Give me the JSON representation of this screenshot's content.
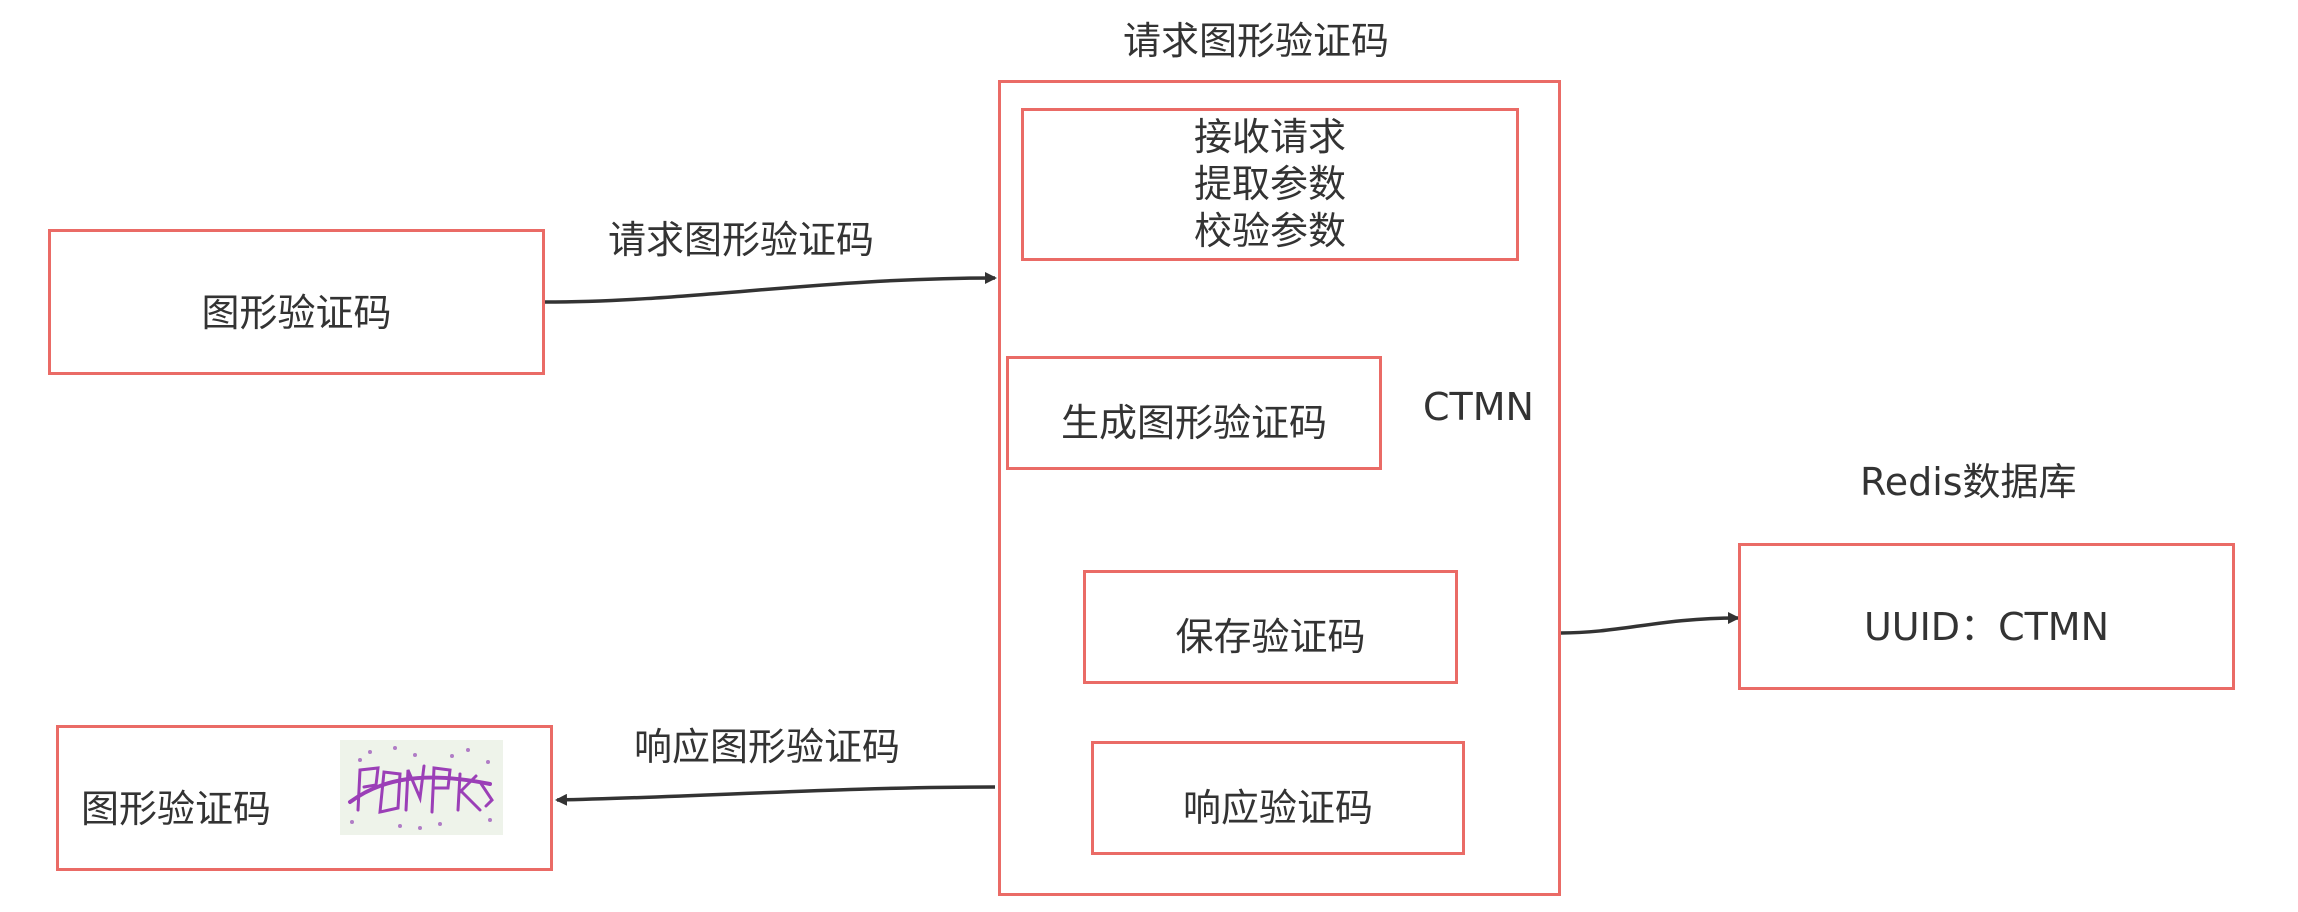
{
  "diagram": {
    "title": "请求图形验证码",
    "server_box": {
      "step1_lines": [
        "接收请求",
        "提取参数",
        "校验参数"
      ],
      "step2": "生成图形验证码",
      "code_label": "CTMN",
      "step3": "保存验证码",
      "step4": "响应验证码"
    },
    "client_request_box": "图形验证码",
    "client_response_box": "图形验证码",
    "request_arrow_label": "请求图形验证码",
    "response_arrow_label": "响应图形验证码",
    "redis_label": "Redis数据库",
    "redis_box": "UUID：CTMN",
    "colors": {
      "box_border": "#ea6b66",
      "text": "#333333",
      "arrow": "#333333",
      "captcha_ink": "#9b3fb7"
    },
    "captcha_icon": "captcha-image-icon"
  }
}
